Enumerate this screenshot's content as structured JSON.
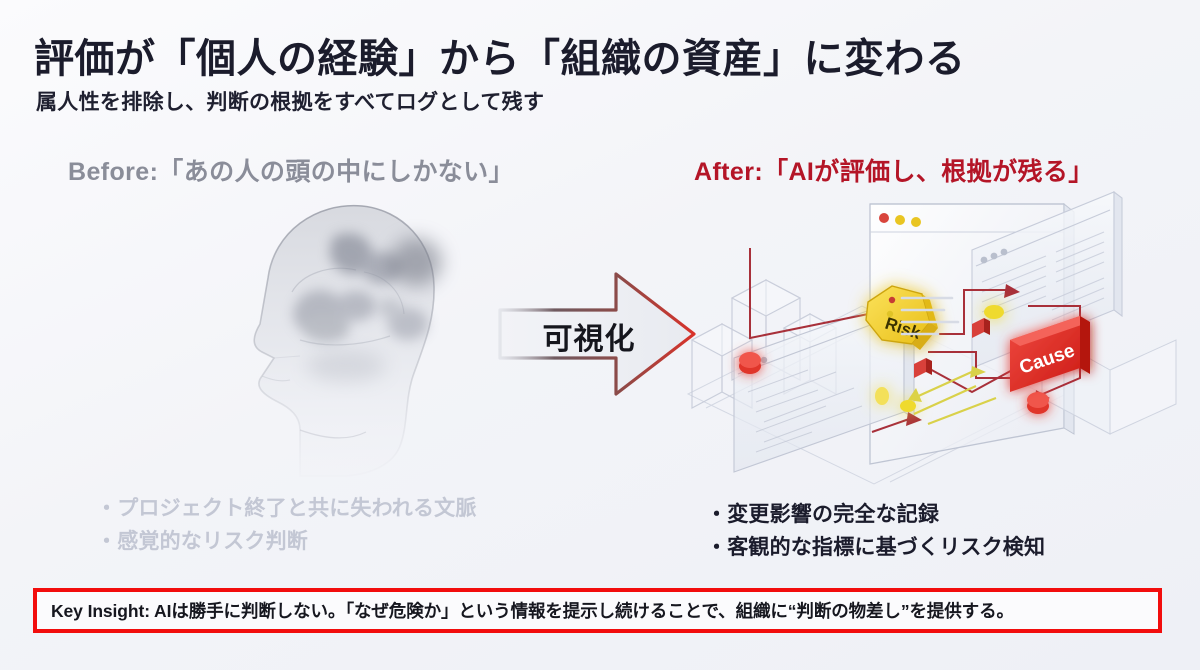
{
  "slide": {
    "title": "評価が「個人の経験」から「組織の資産」に変わる",
    "subtitle": "属人性を排除し、判断の根拠をすべてログとして残す"
  },
  "before_column": {
    "caption": "Before:「あの人の頭の中にしかない」",
    "caption_color": "#8a8d99",
    "illustration": "human-head-brain-fading",
    "bullets": [
      "・プロジェクト終了と共に失われる文脈",
      "・感覚的なリスク判断"
    ]
  },
  "transition": {
    "label": "可視化",
    "icon": "right-arrow",
    "gradient_from": "#5b4a52",
    "gradient_to": "#d1322c"
  },
  "after_column": {
    "caption": "After:「AIが評価し、根拠が残る」",
    "caption_color": "#b41527",
    "illustration": "isometric-dependency-graph",
    "nodes": [
      {
        "label": "Risk",
        "shape": "hexagon",
        "color": "#f5d028"
      },
      {
        "label": "Cause",
        "shape": "box",
        "color": "#e02b23"
      }
    ],
    "bullets": [
      "・変更影響の完全な記録",
      "・客観的な指標に基づくリスク検知"
    ]
  },
  "key_insight": {
    "text": "Key Insight: AIは勝手に判断しない。「なぜ危険か」という情報を提示し続けることで、組織に“判断の物差し”を提供する。",
    "border_color": "#f20d0d"
  }
}
